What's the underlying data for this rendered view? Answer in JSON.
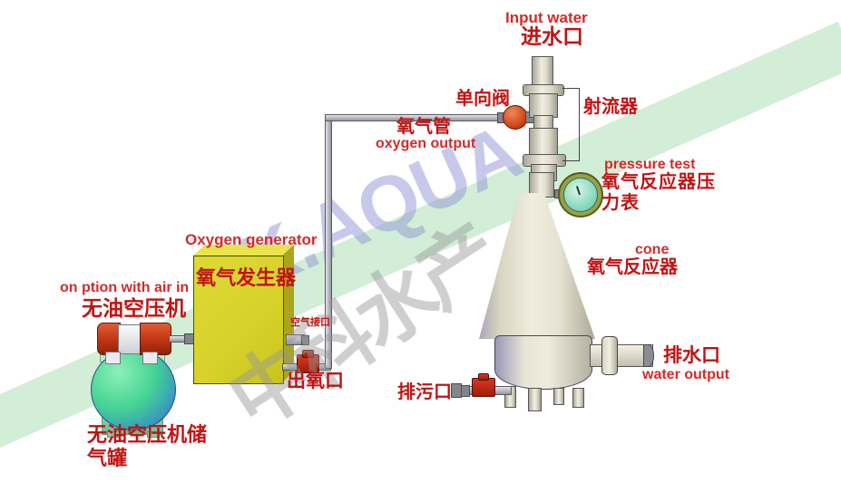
{
  "watermark": {
    "brand_en": "ZK.AQUA",
    "brand_cn": "中科水产"
  },
  "colors": {
    "red_text": "#c01414",
    "band_green": "#ade0b4",
    "brand_blue": "#9699d7",
    "brand_gray": "#969698",
    "box_yellow": "#d6d22a",
    "box_yellow_top": "#e8e44e",
    "box_yellow_side": "#aaa41e",
    "valve_red": "#d83820",
    "gauge_face": "#7fd4b8"
  },
  "labels": {
    "input_water_en": "Input water",
    "input_water_cn": "进水口",
    "check_valve_cn": "单向阀",
    "jet_device_cn": "射流器",
    "oxygen_pipe_cn": "氧气管",
    "oxygen_output_en": "oxygen output",
    "pressure_test_en": "pressure test",
    "pressure_gauge_cn": "氧气反应器压力表",
    "cone_en": "cone",
    "reactor_cn": "氧气反应器",
    "water_output_cn": "排水口",
    "water_output_en": "water output",
    "drain_cn": "排污口",
    "oxygen_generator_en": "Oxygen generator",
    "oxygen_generator_cn": "氧气发生器",
    "air_in_en": "on ption with air in",
    "compressor_cn": "无油空压机",
    "air_port_cn": "空气接口",
    "oxygen_outlet_cn": "出氧口",
    "tank_cn": "无油空压机储气罐"
  }
}
